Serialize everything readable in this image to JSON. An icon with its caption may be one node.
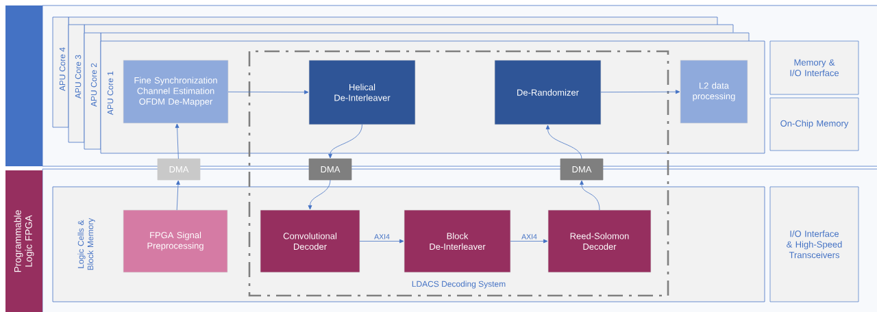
{
  "diagram": {
    "nodes": [
      {
        "text": [],
        "shape": "bar"
      },
      {
        "text": [
          "APU Core 4"
        ]
      },
      {
        "text": [
          "APU Core 3"
        ]
      },
      {
        "text": [
          "APU Core 2"
        ]
      },
      {
        "text": [
          "APU Core 1"
        ]
      },
      {
        "text": [
          "Fine Synchronization Channel Estimation OFDM De-Mapper"
        ],
        "in": 4
      },
      {
        "text": [
          "Helical De-Interleaver"
        ],
        "in": 4
      },
      {
        "text": [
          "De-Randomizer"
        ],
        "in": 4
      },
      {
        "text": [
          "L2 data processing"
        ],
        "in": 4
      },
      {
        "text": [
          "Memory & I/O Interface"
        ]
      },
      {
        "text": [
          "On-Chip Memory"
        ]
      },
      {
        "text": [
          "Programmable Logic FPGA"
        ]
      },
      {
        "text": [
          "Logic Cells & Block Memory"
        ]
      },
      {
        "text": [
          "FPGA Signal Preprocessing"
        ],
        "in": 12
      },
      {
        "text": [
          "Convolutional Decoder"
        ],
        "in": 12
      },
      {
        "text": [
          "Block De-Interleaver"
        ],
        "in": 12
      },
      {
        "text": [
          "Reed-Solomon Decoder"
        ],
        "in": 12
      },
      {
        "text": [
          "I/O Interface & High-Speed Transceivers"
        ]
      },
      {
        "text": [
          "DMA"
        ]
      },
      {
        "text": [
          "DMA"
        ]
      },
      {
        "text": [
          "DMA"
        ]
      }
    ],
    "edges": [
      {
        "from": 13,
        "to": 18,
        "arrow": "to"
      },
      {
        "from": 18,
        "to": 5,
        "arrow": "to"
      },
      {
        "from": 5,
        "to": 6,
        "arrow": "to"
      },
      {
        "from": 6,
        "to": 19,
        "arrow": "to"
      },
      {
        "from": 19,
        "to": 14,
        "arrow": "to"
      },
      {
        "from": 14,
        "to": 15,
        "arrow": "to",
        "label": "AXI4"
      },
      {
        "from": 15,
        "to": 16,
        "arrow": "to",
        "label": "AXI4"
      },
      {
        "from": 16,
        "to": 20,
        "arrow": "to"
      },
      {
        "from": 20,
        "to": 7,
        "arrow": "to"
      },
      {
        "from": 7,
        "to": 8,
        "arrow": "to"
      }
    ],
    "labels": [
      "LDACS Decoding System"
    ]
  }
}
